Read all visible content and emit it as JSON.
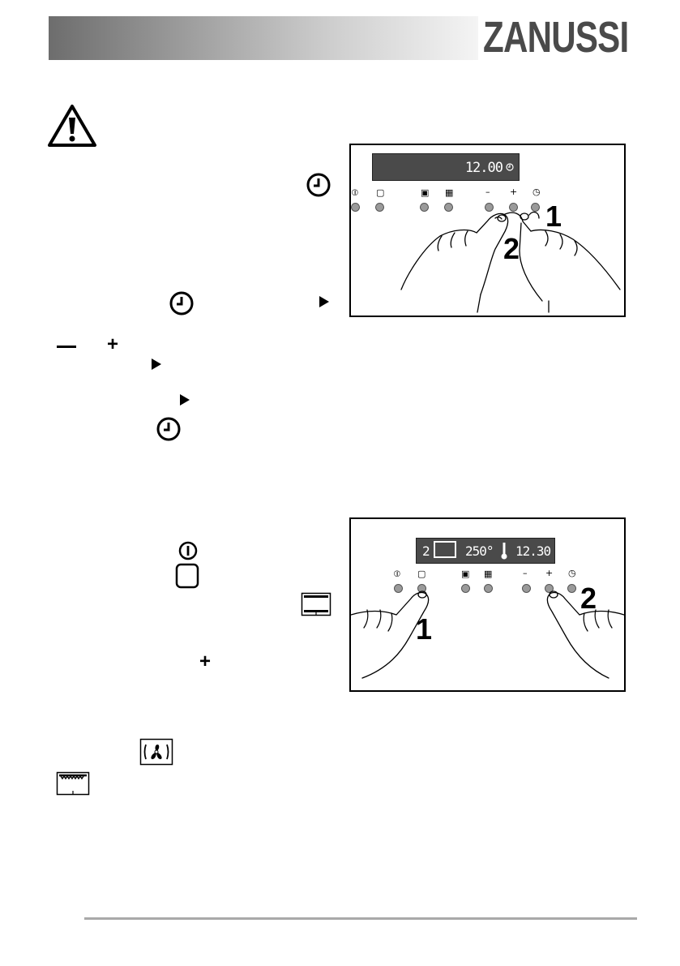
{
  "header": {
    "brand": "ZANUSSI"
  },
  "icons": {
    "warning": "warning-triangle-icon",
    "clock": "clock-icon",
    "play": "play-triangle-icon",
    "minus": "minus-icon",
    "plus": "plus-icon",
    "power": "power-icon",
    "function_key": "function-key-icon",
    "oven_top_bottom": "conventional-heat-icon",
    "fan": "fan-icon",
    "grill": "grill-icon"
  },
  "figure1": {
    "display_time": "12.00",
    "step1": "1",
    "step2": "2",
    "panel_symbols": [
      "⏽",
      "▢",
      "▣",
      "▦",
      "–",
      "+",
      "◷"
    ]
  },
  "figure2": {
    "display_shelf": "2",
    "display_temp": "250°",
    "display_time": "12.30",
    "step1": "1",
    "step2": "2",
    "panel_symbols": [
      "⏽",
      "▢",
      "▣",
      "▦",
      "–",
      "+",
      "◷"
    ]
  },
  "colors": {
    "display_bg": "#4a4a4a",
    "led": "#9a9a9a",
    "footer_line": "#a9a9a9"
  }
}
